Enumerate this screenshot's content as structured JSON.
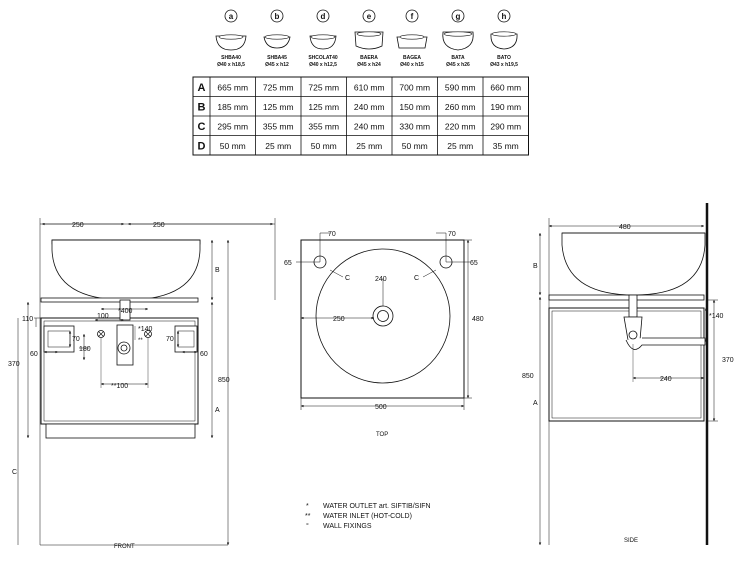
{
  "models": [
    {
      "letter": "a",
      "code": "SHBA40",
      "size": "Ø40 x h18,5",
      "dims": [
        "665 mm",
        "185 mm",
        "295 mm",
        "50 mm"
      ]
    },
    {
      "letter": "b",
      "code": "SHBA45",
      "size": "Ø45 x h12",
      "dims": [
        "725 mm",
        "125 mm",
        "355 mm",
        "25 mm"
      ]
    },
    {
      "letter": "d",
      "code": "SHCOLAT40",
      "size": "Ø40 x h12,5",
      "dims": [
        "725 mm",
        "125 mm",
        "355 mm",
        "50 mm"
      ]
    },
    {
      "letter": "e",
      "code": "BAERA",
      "size": "Ø45 x h24",
      "dims": [
        "610 mm",
        "240 mm",
        "240 mm",
        "25 mm"
      ]
    },
    {
      "letter": "f",
      "code": "BAGEA",
      "size": "Ø40 x h15",
      "dims": [
        "700 mm",
        "150 mm",
        "330 mm",
        "50 mm"
      ]
    },
    {
      "letter": "g",
      "code": "BATA",
      "size": "Ø45 x h26",
      "dims": [
        "590 mm",
        "260 mm",
        "220 mm",
        "25 mm"
      ]
    },
    {
      "letter": "h",
      "code": "BATO",
      "size": "Ø43 x h19,5",
      "dims": [
        "660 mm",
        "190 mm",
        "290 mm",
        "35 mm"
      ]
    }
  ],
  "table_rows": [
    "A",
    "B",
    "C",
    "D"
  ],
  "front": {
    "title": "FRONT",
    "labels": {
      "w_left": "250",
      "w_right": "250",
      "B": "B",
      "A": "A",
      "C": "C",
      "h850": "850",
      "h370": "370",
      "d110": "110",
      "d100": "100",
      "d400": "*400",
      "d140": "*140",
      "d70a": "70",
      "d70b": "70",
      "d180": "180",
      "d60a": "60",
      "d60b": "60",
      "d100b": "**100",
      "star2": "**"
    }
  },
  "top": {
    "title": "TOP",
    "labels": {
      "d70l": "70",
      "d70r": "70",
      "d65l": "65",
      "d65r": "65",
      "c1": "C",
      "c2": "C",
      "d240": "240",
      "d250": "250",
      "d480": "480",
      "d500": "500"
    }
  },
  "side": {
    "title": "SIDE",
    "labels": {
      "d480": "480",
      "B": "B",
      "A": "A",
      "h850": "850",
      "h370": "370",
      "d140": "*140",
      "d240": "240"
    }
  },
  "notes": [
    {
      "mark": "*",
      "text": "WATER OUTLET art. SIFTIB/SIFN"
    },
    {
      "mark": "**",
      "text": "WATER INLET (HOT-COLD)"
    },
    {
      "mark": "°",
      "text": "WALL FIXINGS"
    }
  ]
}
